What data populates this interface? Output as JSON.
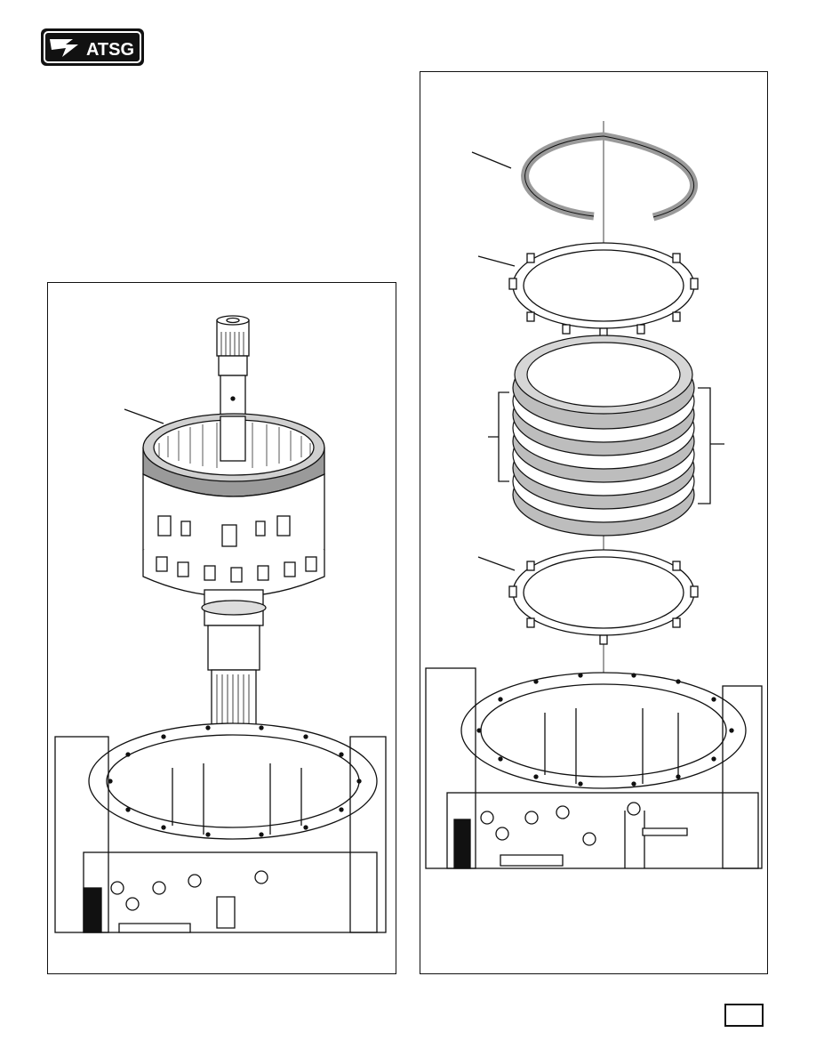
{
  "brand": {
    "logo_text": "ATSG",
    "colors": {
      "ink": "#111111",
      "paper": "#ffffff",
      "shade": "#9a9a9a"
    }
  },
  "figures": [
    {
      "id": "left",
      "icon": "input-drum-assembly-illustration"
    },
    {
      "id": "right",
      "icon": "clutch-pack-exploded-illustration"
    }
  ],
  "page_number": ""
}
